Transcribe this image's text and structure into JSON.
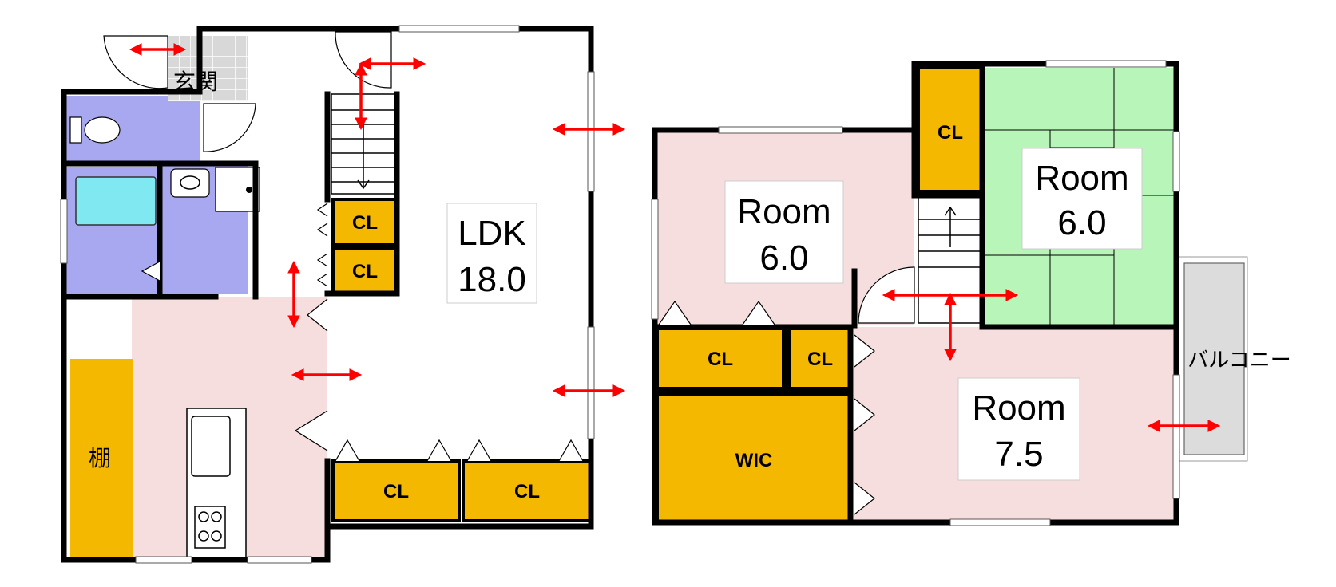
{
  "colors": {
    "room_pink": "#f7dede",
    "closet_gold": "#f5b800",
    "wet_purple": "#a8a8f0",
    "bath_cyan": "#7fe8f0",
    "tatami_green": "#b8f5b8",
    "balcony_grey": "#dcdcdc",
    "genkan_tile": "#d0d0d0",
    "arrow_red": "#ff0000"
  },
  "first_floor": {
    "entrance_label": "玄関",
    "ldk": {
      "name": "LDK",
      "size": "18.0"
    },
    "closets": [
      "CL",
      "CL",
      "CL",
      "CL"
    ],
    "shelf_label": "棚"
  },
  "second_floor": {
    "room_a": {
      "name": "Room",
      "size": "6.0"
    },
    "room_b": {
      "name": "Room",
      "size": "6.0"
    },
    "room_c": {
      "name": "Room",
      "size": "7.5"
    },
    "closets": [
      "CL",
      "CL",
      "CL"
    ],
    "wic_label": "WIC",
    "balcony_label": "バルコニー"
  }
}
